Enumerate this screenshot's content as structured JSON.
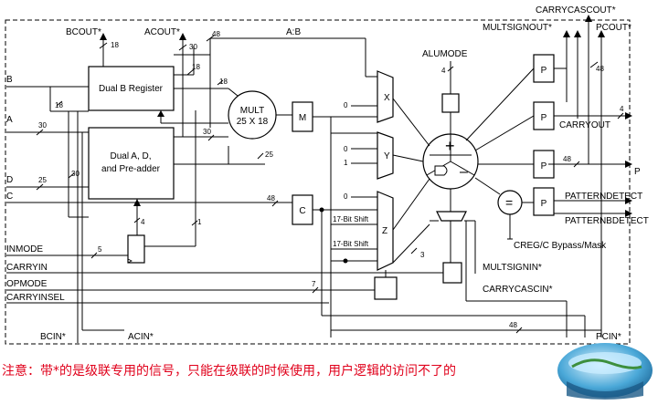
{
  "blocks": {
    "dual_b_register": "Dual B Register",
    "dual_ad_line1": "Dual A, D,",
    "dual_ad_line2": "and Pre-adder",
    "mult_line1": "MULT",
    "mult_line2": "25 X 18",
    "m": "M",
    "c": "C",
    "x": "X",
    "y": "Y",
    "z": "Z",
    "p": "P",
    "plus": "+",
    "minus": "–",
    "eq": "="
  },
  "signals": {
    "bcout": "BCOUT*",
    "acout": "ACOUT*",
    "carrycascout": "CARRYCASCOUT*",
    "multsignout": "MULTSIGNOUT*",
    "pcout": "PCOUT*",
    "ab": "A:B",
    "alumode": "ALUMODE",
    "b": "B",
    "a": "A",
    "d": "D",
    "c": "C",
    "inmode": "INMODE",
    "carryin": "CARRYIN",
    "opmode": "OPMODE",
    "carryinsel": "CARRYINSEL",
    "bcin": "BCIN*",
    "acin": "ACIN*",
    "pcin": "PCIN*",
    "carryout": "CARRYOUT",
    "p_out": "P",
    "patterndetect": "PATTERNDETECT",
    "patternbdetect": "PATTERNBDETECT",
    "creg_bypass": "CREG/C Bypass/Mask",
    "multsignin": "MULTSIGNIN*",
    "carrycascin": "CARRYCASCIN*",
    "shift1": "17-Bit Shift",
    "shift2": "17-Bit Shift"
  },
  "widths": {
    "w18a": "18",
    "w30a": "30",
    "w48a": "48",
    "w18b": "18",
    "w18c": "18",
    "w18d": "18",
    "w30b": "30",
    "w30c": "30",
    "w25a": "25",
    "w25b": "25",
    "w4a": "4",
    "w4b": "4",
    "w1": "1",
    "w5": "5",
    "w7": "7",
    "w3": "3",
    "w48b": "48",
    "w48c": "48",
    "w48d": "48",
    "w48e": "48",
    "w4c": "4",
    "w0a": "0",
    "w0b": "0",
    "w1b": "1",
    "w0c": "0"
  },
  "note": "注意：带*的是级联专用的信号，只能在级联的时候使用，用户逻辑的访问不了的"
}
